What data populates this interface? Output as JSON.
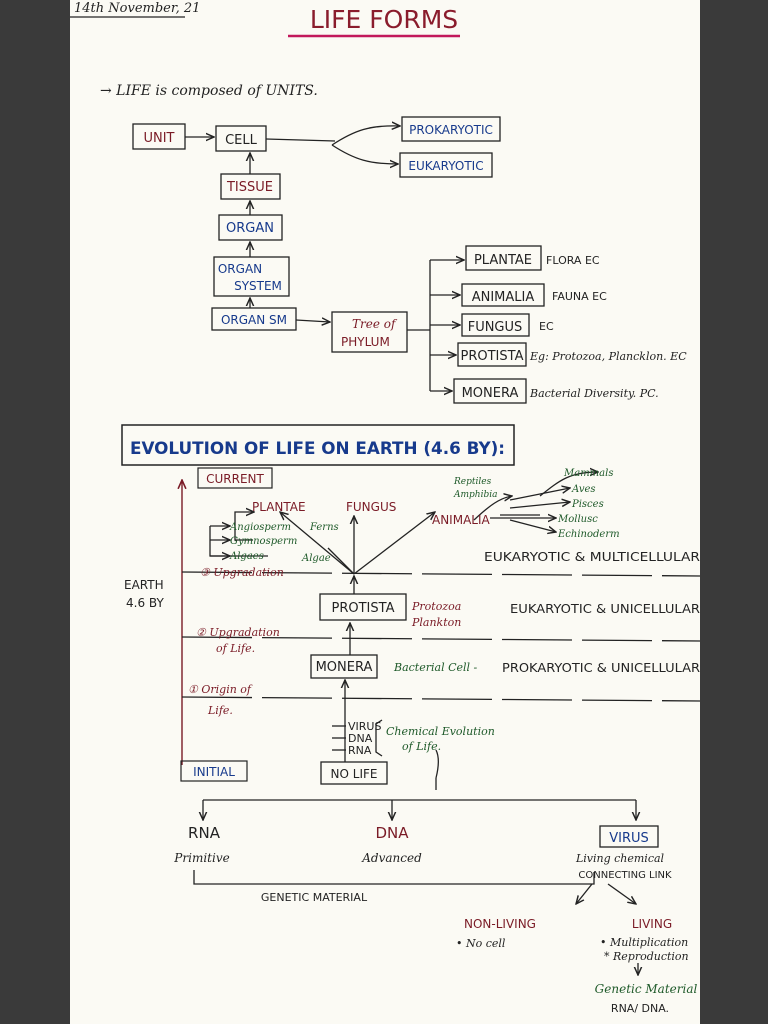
{
  "date": "14th November, 21",
  "title": "LIFE FORMS",
  "colors": {
    "ink": "#232323",
    "maroon": "#7a1b26",
    "blue": "#173a8c",
    "green": "#1f5a2a",
    "title": "#8a1c2c",
    "underline": "#c2185b"
  },
  "intro": "→ LIFE is composed of UNITS.",
  "hierarchy": {
    "unit": "UNIT",
    "cell": "CELL",
    "prokaryotic": "PROKARYOTIC",
    "eukaryotic": "EUKARYOTIC",
    "tissue": "TISSUE",
    "organ": "ORGAN",
    "organ_system_1": "ORGAN",
    "organ_system_2": "SYSTEM",
    "organism": "ORGAN SM",
    "tree_1": "Tree of",
    "tree_2": "PHYLUM"
  },
  "kingdoms": [
    {
      "name": "PLANTAE",
      "note": "FLORA EC"
    },
    {
      "name": "ANIMALIA",
      "note": "FAUNA EC"
    },
    {
      "name": "FUNGUS",
      "note": "EC"
    },
    {
      "name": "PROTISTA",
      "note": "Eg: Protozoa, Plancklon. EC"
    },
    {
      "name": "MONERA",
      "note": "Bacterial Diversity. PC."
    }
  ],
  "evolution": {
    "heading": "EVOLUTION OF LIFE ON EARTH (4.6 BY):",
    "current": "CURRENT",
    "initial": "INITIAL",
    "earth_1": "EARTH",
    "earth_2": "4.6 BY",
    "plantae": "PLANTAE",
    "fungus": "FUNGUS",
    "animalia": "ANIMALIA",
    "plant_groups": [
      "Angiosperm",
      "Gymnosperm",
      "Algaes"
    ],
    "ferns": "Ferns",
    "algae": "Algae",
    "animal_groups": [
      "Mammals",
      "Aves",
      "Pisces",
      "Mollusc",
      "Echinoderm"
    ],
    "reptiles": "Reptiles",
    "amphibia": "Amphibia",
    "stage3_1": "③ Upgradation",
    "stage2_1": "② Upgradation",
    "stage2_2": "of Life.",
    "stage1_1": "① Origin of",
    "stage1_2": "Life.",
    "band1": "EUKARYOTIC & MULTICELLULAR",
    "protista": "PROTISTA",
    "protozoa_1": "Protozoa",
    "protozoa_2": "Plankton",
    "band2": "EUKARYOTIC & UNICELLULAR",
    "monera": "MONERA",
    "bacterial": "Bacterial Cell -",
    "band3": "PROKARYOTIC & UNICELLULAR",
    "virus": "VIRUS",
    "dna": "DNA",
    "rna": "RNA",
    "chem_1": "Chemical Evolution",
    "chem_2": "of Life.",
    "nolife": "NO LIFE"
  },
  "genetic": {
    "rna": "RNA",
    "rna_sub": "Primitive",
    "dna": "DNA",
    "dna_sub": "Advanced",
    "virus": "VIRUS",
    "virus_sub_1": "Living chemical",
    "virus_sub_2": "CONNECTING LINK",
    "genetic_material": "GENETIC MATERIAL",
    "nonliving": "NON-LIVING",
    "nonliving_pt": "• No cell",
    "living": "LIVING",
    "living_pt1": "• Multiplication",
    "living_pt2": "* Reproduction",
    "gm_1": "Genetic Material",
    "gm_2": "RNA/ DNA."
  }
}
